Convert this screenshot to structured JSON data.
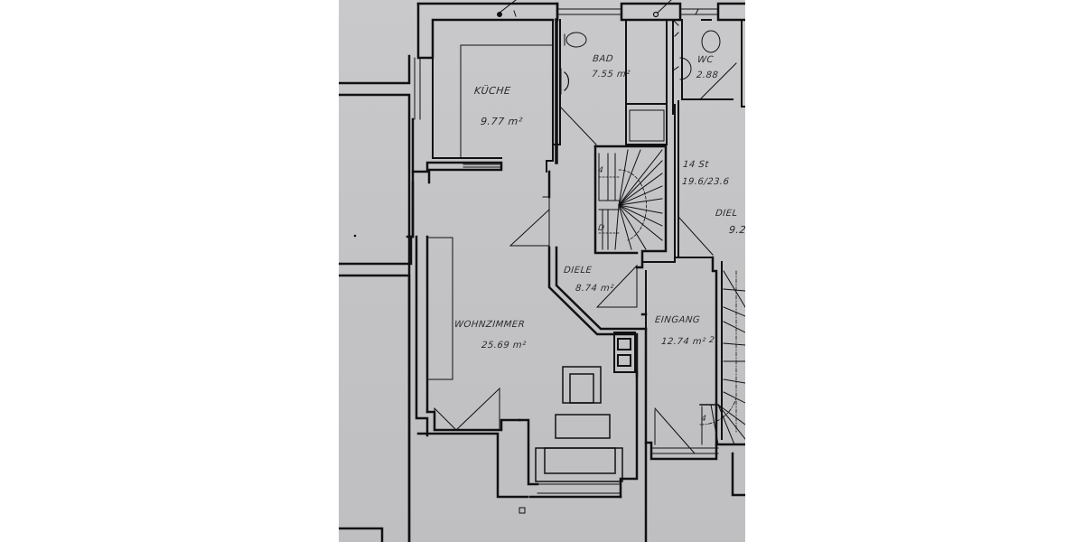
{
  "plan": {
    "background_color": "#c4c4c6",
    "line_color": "#111114",
    "rooms": [
      {
        "id": "kueche",
        "name": "KÜCHE",
        "area": "9.77 m²"
      },
      {
        "id": "bad",
        "name": "BAD",
        "area": "7.55 m²"
      },
      {
        "id": "wc",
        "name": "WC",
        "area": "2.88"
      },
      {
        "id": "stair",
        "name": "14 St",
        "area": "19.6/23.6"
      },
      {
        "id": "diele-right",
        "name": "DIEL",
        "area": "9.2"
      },
      {
        "id": "diele",
        "name": "DIELE",
        "area": "8.74 m²"
      },
      {
        "id": "eingang",
        "name": "EINGANG",
        "area": "12.74 m²"
      },
      {
        "id": "wohnzimmer",
        "name": "WOHNZIMMER",
        "area": "25.69 m²"
      }
    ],
    "stair_markers": [
      "4",
      "D",
      "2",
      "4"
    ]
  }
}
